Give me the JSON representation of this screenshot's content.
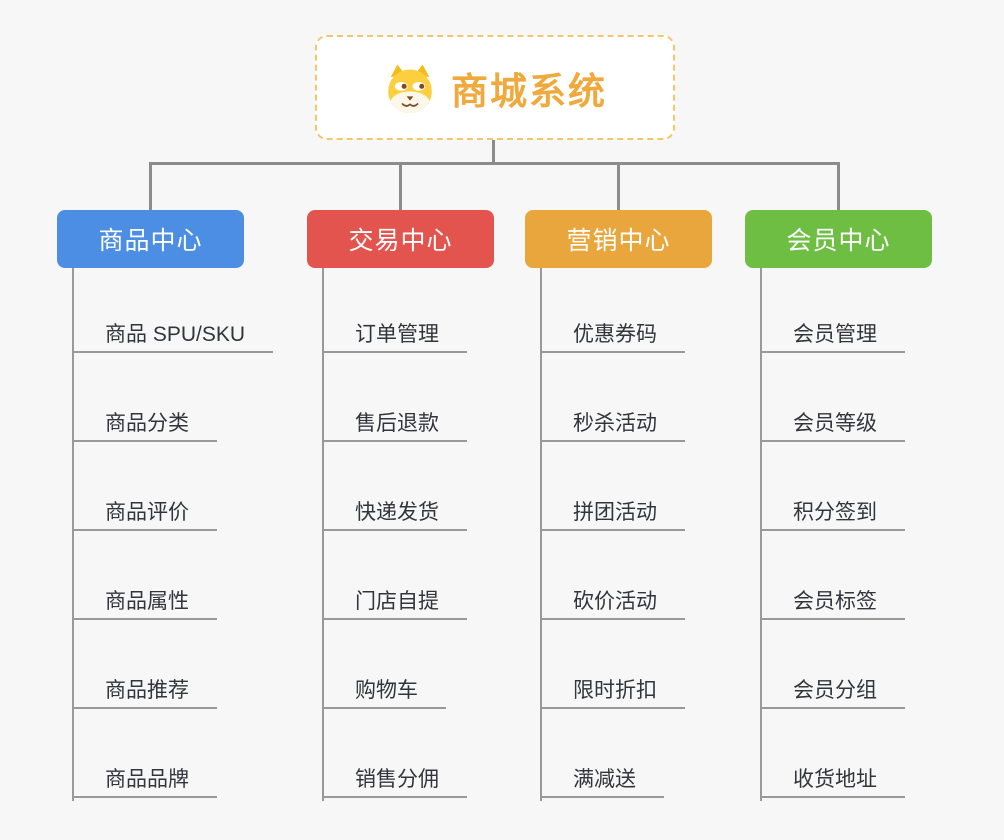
{
  "root": {
    "title": "商城系统",
    "icon": "dog-face-icon",
    "text_color": "#efa93c",
    "border_color": "#f6c469",
    "background": "#ffffff"
  },
  "colors": {
    "page_background": "#f7f7f7",
    "tree_line": "#8c8c8c",
    "leaf_line": "#999999",
    "leaf_text": "#32353b"
  },
  "branches": [
    {
      "id": "product-center",
      "label": "商品中心",
      "color": "#4b8ee4",
      "children": [
        "商品 SPU/SKU",
        "商品分类",
        "商品评价",
        "商品属性",
        "商品推荐",
        "商品品牌"
      ]
    },
    {
      "id": "trade-center",
      "label": "交易中心",
      "color": "#e4544f",
      "children": [
        "订单管理",
        "售后退款",
        "快递发货",
        "门店自提",
        "购物车",
        "销售分佣"
      ]
    },
    {
      "id": "marketing-center",
      "label": "营销中心",
      "color": "#e9a63c",
      "children": [
        "优惠券码",
        "秒杀活动",
        "拼团活动",
        "砍价活动",
        "限时折扣",
        "满减送"
      ]
    },
    {
      "id": "member-center",
      "label": "会员中心",
      "color": "#6fbe44",
      "children": [
        "会员管理",
        "会员等级",
        "积分签到",
        "会员标签",
        "会员分组",
        "收货地址"
      ]
    }
  ]
}
